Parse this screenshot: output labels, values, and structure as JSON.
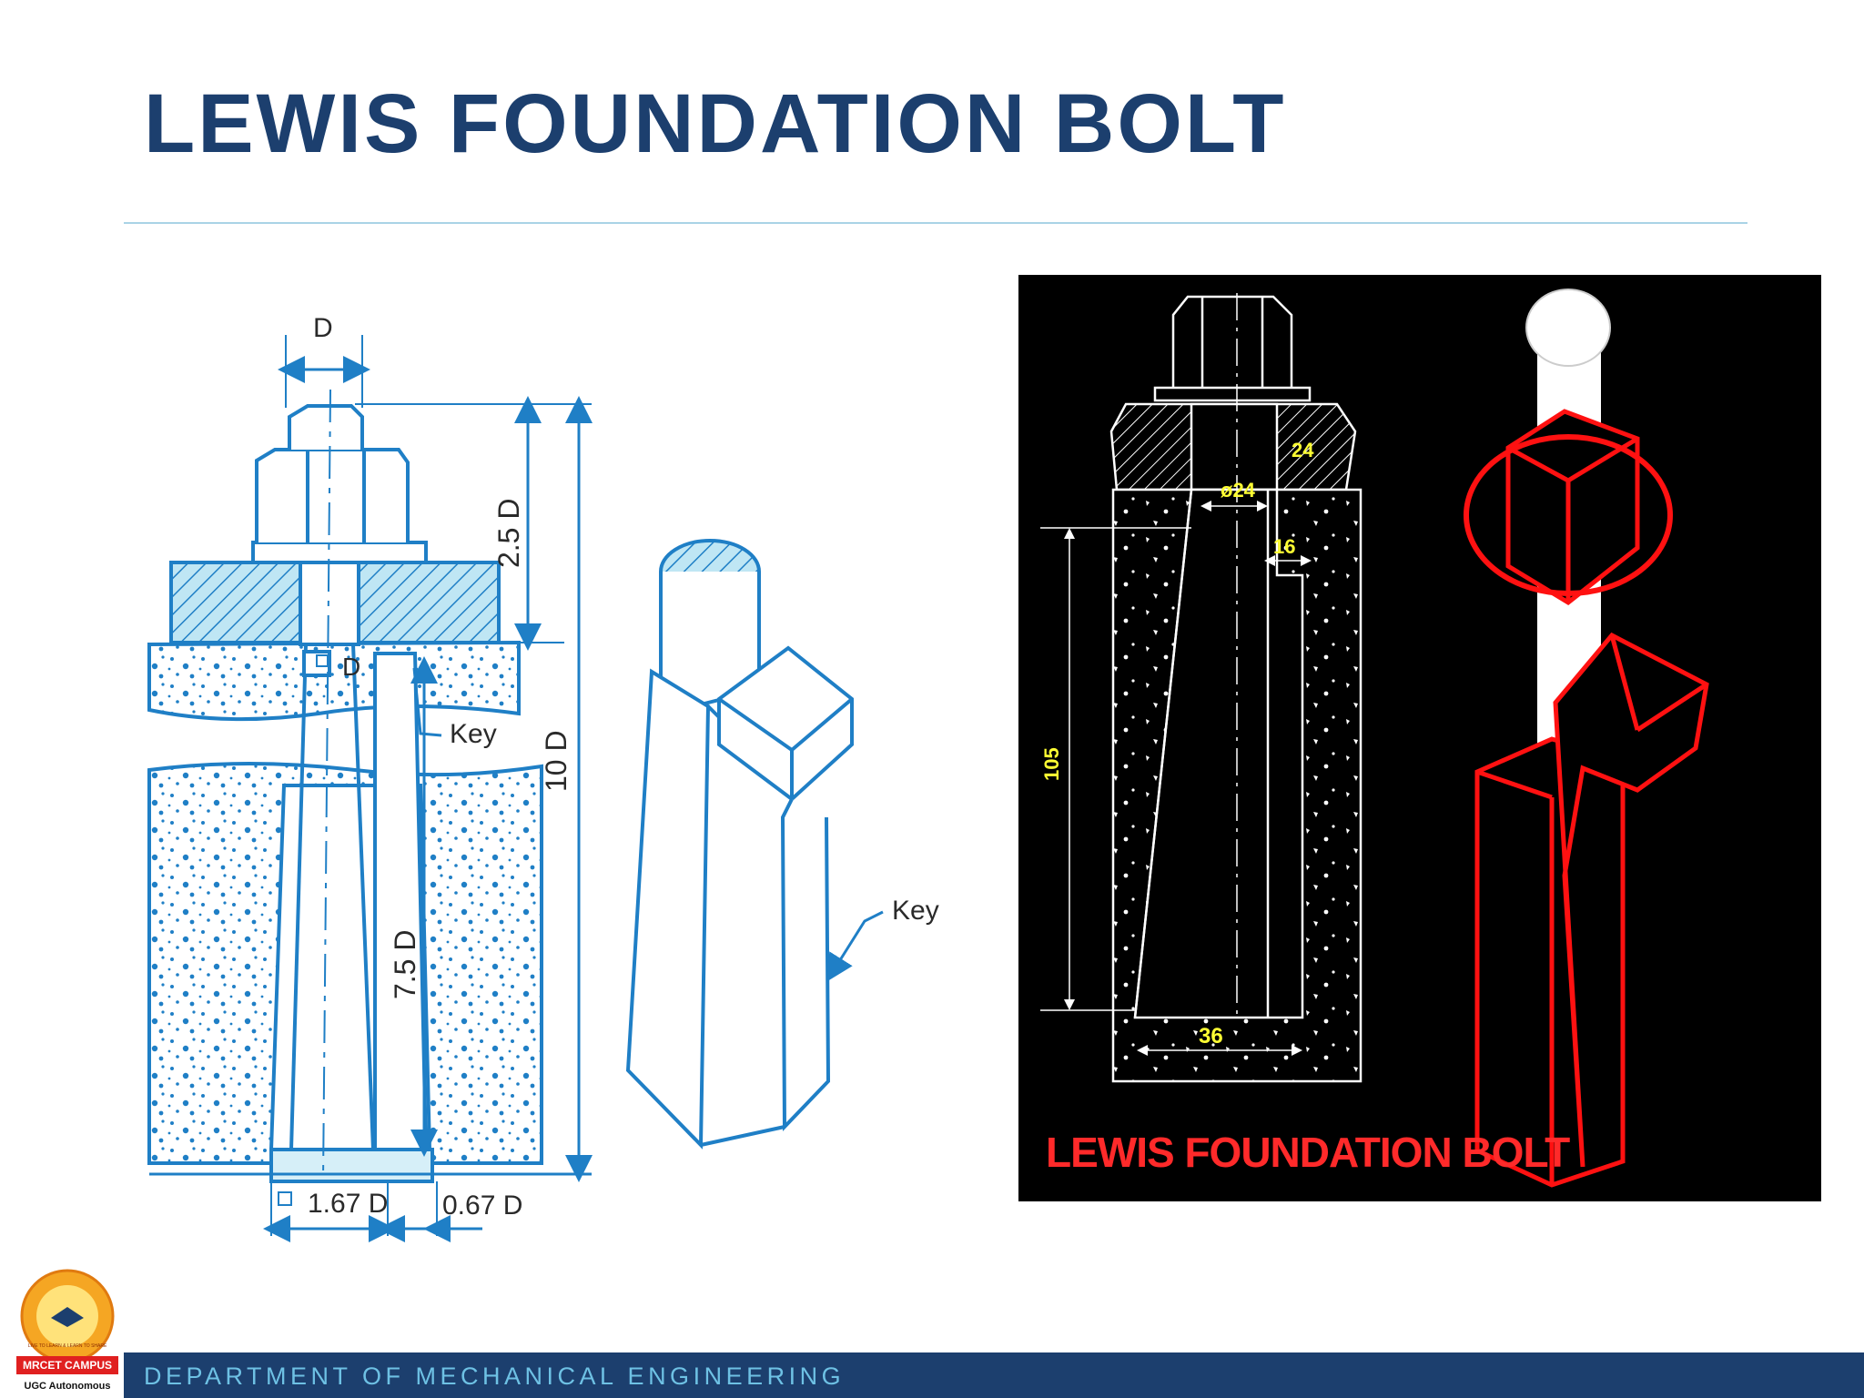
{
  "slide": {
    "title": "LEWIS FOUNDATION BOLT",
    "footer": "DEPARTMENT OF MECHANICAL ENGINEERING"
  },
  "logo": {
    "campus": "MRCET CAMPUS",
    "status": "UGC Autonomous",
    "motto": "LIVE TO LEARN & LEARN TO SHARE"
  },
  "left_figure": {
    "labels": {
      "diameter": "D",
      "head_height": "2.5 D",
      "total_length": "10 D",
      "key_size": "D",
      "key": "Key",
      "embed_length": "7.5 D",
      "bottom_width": "1.67 D",
      "key_width": "0.67 D",
      "key_iso": "Key"
    }
  },
  "right_figure": {
    "labels": {
      "bore": "ø24",
      "washer": "24",
      "key_offset": "16",
      "length": "105",
      "bottom": "36",
      "caption": "LEWIS FOUNDATION BOLT"
    }
  },
  "colors": {
    "title": "#1c3f6e",
    "footer_bg": "#1c3f6e",
    "footer_text": "#6ec1e4",
    "rule": "#a9d3e6",
    "sketch_blue": "#1f7fc6",
    "cad_yellow": "#ffff00",
    "cad_red": "#ff1111"
  }
}
